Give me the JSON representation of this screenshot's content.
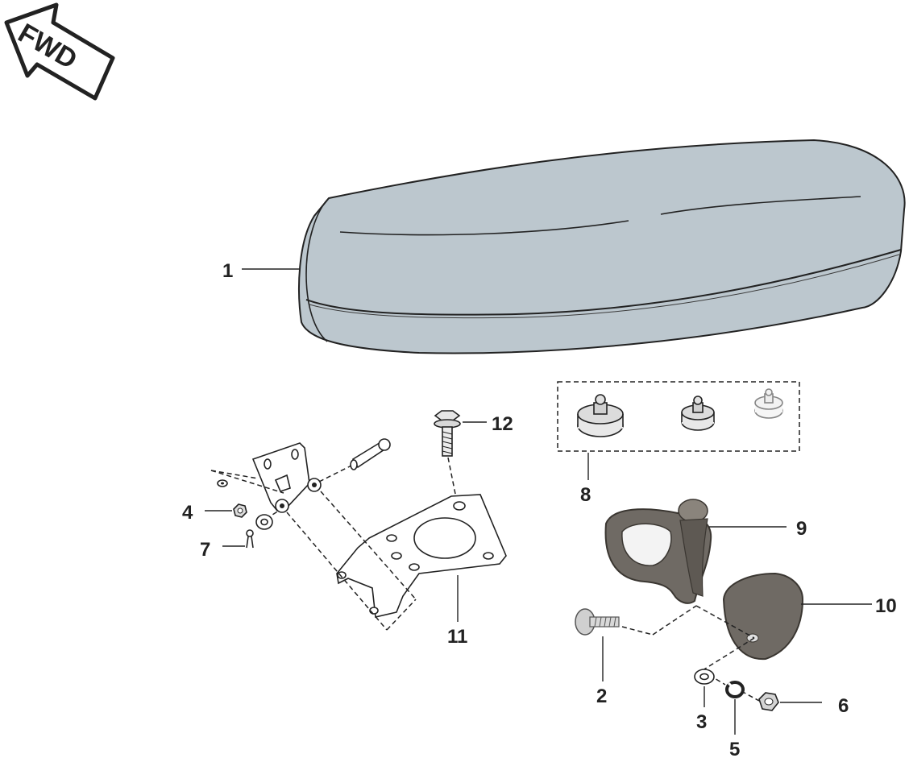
{
  "fwd_label": "FWD",
  "colors": {
    "seat_fill": "#bcc7ce",
    "outline": "#222222",
    "photo_part": "#6f6a64"
  },
  "callouts": [
    {
      "id": "1",
      "text": "1"
    },
    {
      "id": "2",
      "text": "2"
    },
    {
      "id": "3",
      "text": "3"
    },
    {
      "id": "4",
      "text": "4"
    },
    {
      "id": "5",
      "text": "5"
    },
    {
      "id": "6",
      "text": "6"
    },
    {
      "id": "7",
      "text": "7"
    },
    {
      "id": "8",
      "text": "8"
    },
    {
      "id": "9",
      "text": "9"
    },
    {
      "id": "10",
      "text": "10"
    },
    {
      "id": "11",
      "text": "11"
    },
    {
      "id": "12",
      "text": "12"
    }
  ]
}
